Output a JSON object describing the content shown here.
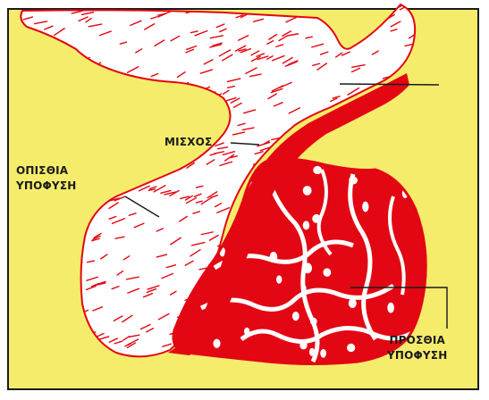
{
  "labels": {
    "stalk": "ΜΙΣΧΟΣ",
    "posterior_line1": "ΟΠΙΣΘΙΑ",
    "posterior_line2": "ΥΠΟΦΥΣΗ",
    "anterior_line1": "ΠΡΟΣΘΙΑ",
    "anterior_line2": "ΥΠΟΦΥΣΗ"
  },
  "colors": {
    "background": "#f5ec6c",
    "tissue_white": "#ffffff",
    "tissue_red": "#e30613",
    "outline": "#e30613",
    "leader_line": "#1a1a1a"
  }
}
